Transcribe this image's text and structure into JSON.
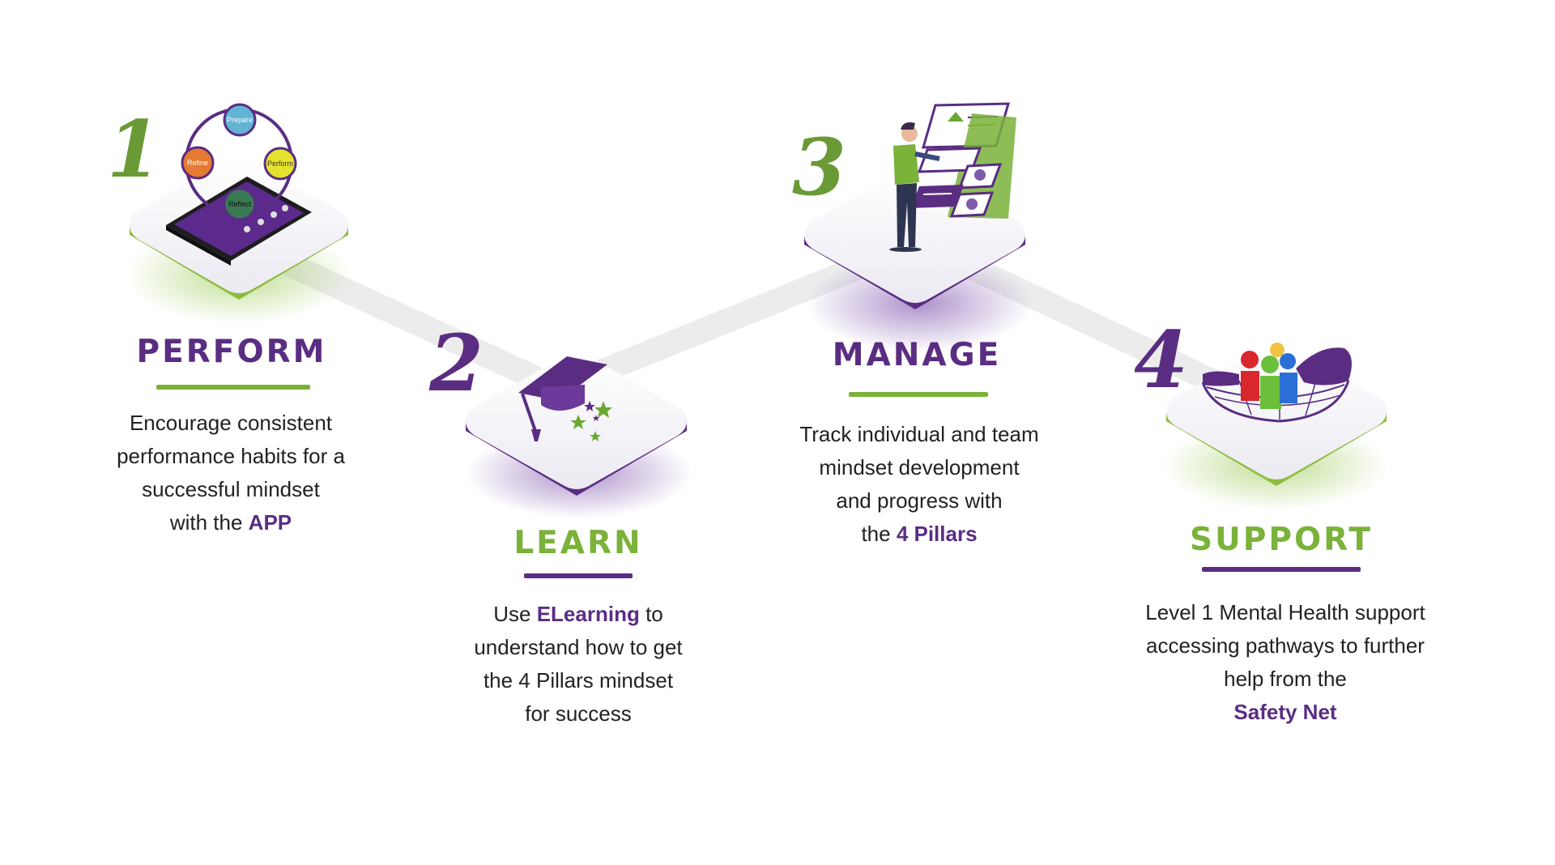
{
  "colors": {
    "purple": "#5a2d82",
    "green": "#7ab23a",
    "text": "#222222"
  },
  "icons": [
    "cycle-tablet-icon",
    "graduation-cap-icon",
    "dashboard-person-icon",
    "support-hands-icon"
  ],
  "cycle_labels": {
    "prepare": "Prepare",
    "perform": "Perform",
    "reflect": "Reflect",
    "refine": "Refine"
  },
  "steps": [
    {
      "number": "1",
      "heading": "PERFORM",
      "lines": [
        "Encourage consistent",
        "performance habits for a",
        "successful mindset"
      ],
      "lead": "with the ",
      "highlight": "APP",
      "tail": ""
    },
    {
      "number": "2",
      "heading": "LEARN",
      "lead": "Use ",
      "highlight": "ELearning",
      "tail": " to",
      "lines": [
        "understand how to get",
        "the 4 Pillars mindset",
        "for success"
      ]
    },
    {
      "number": "3",
      "heading": "MANAGE",
      "lines": [
        "Track individual and team",
        "mindset development",
        "and progress with"
      ],
      "lead": "the ",
      "highlight": "4 Pillars",
      "tail": ""
    },
    {
      "number": "4",
      "heading": "SUPPORT",
      "lines": [
        "Level 1 Mental Health support",
        "accessing pathways to further",
        "help from the"
      ],
      "lead": "",
      "highlight": "Safety Net",
      "tail": ""
    }
  ]
}
